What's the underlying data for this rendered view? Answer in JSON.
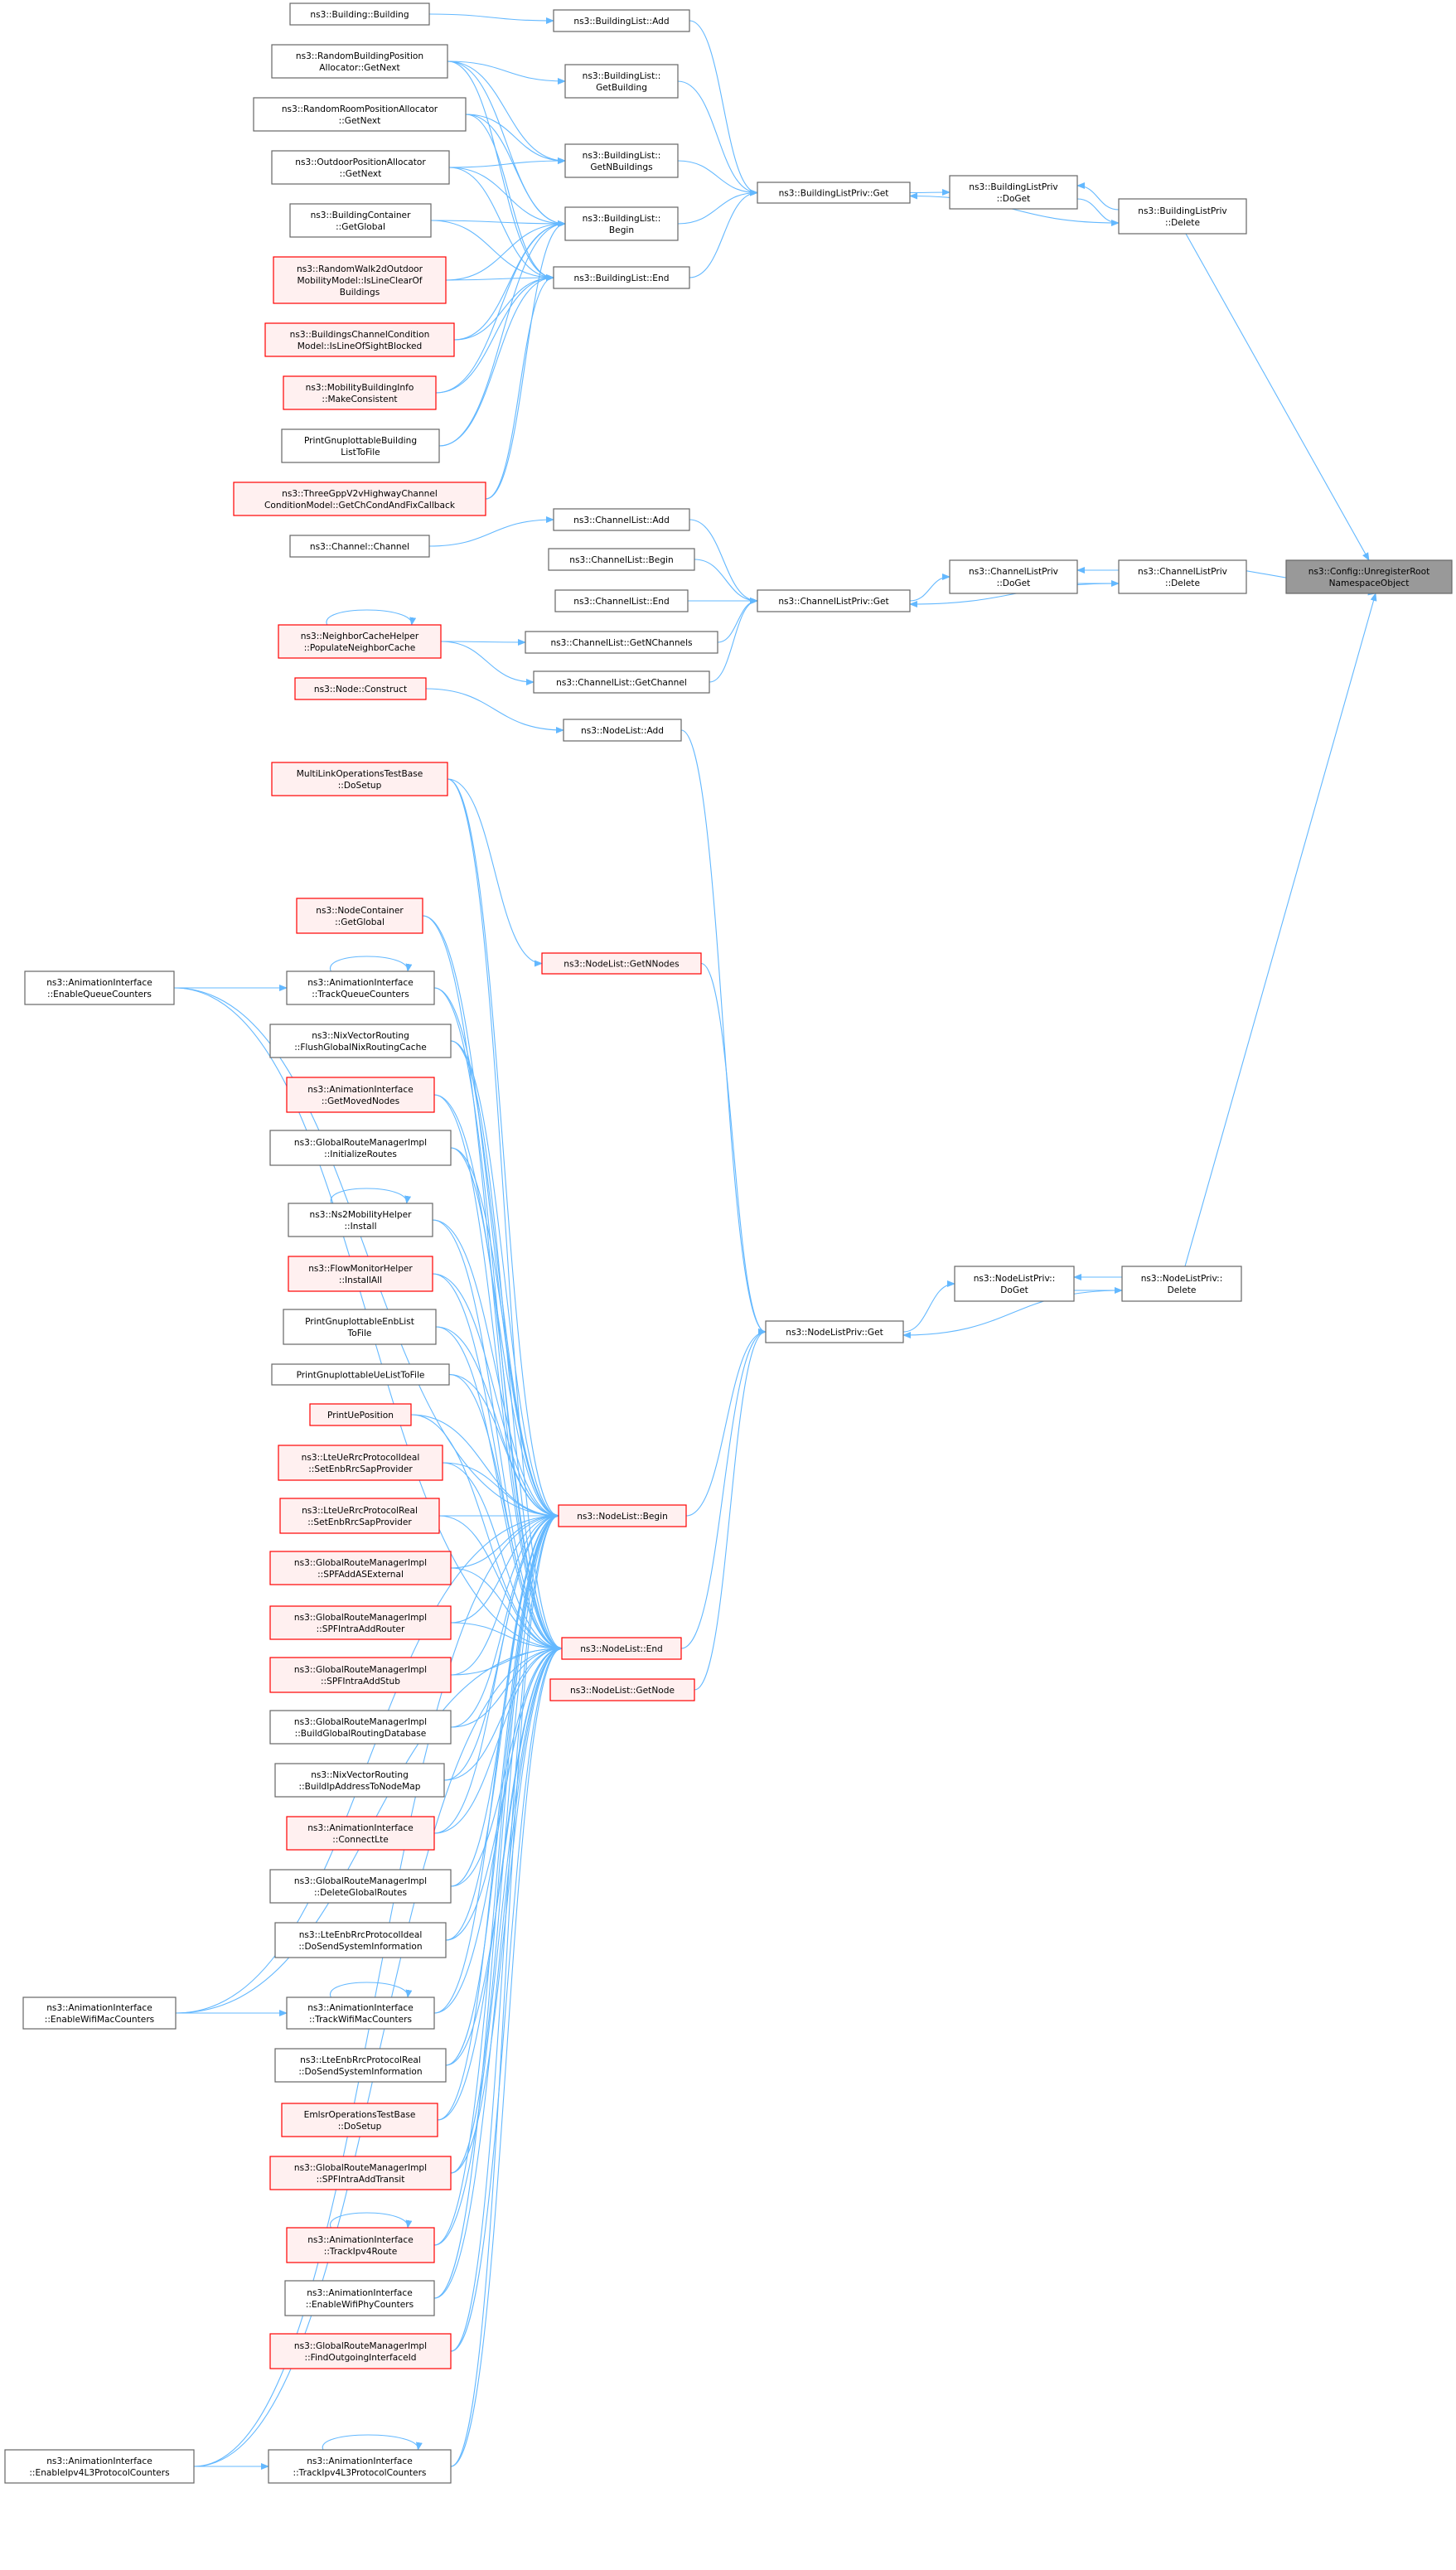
{
  "title": "Caller graph of ns3::Config::UnregisterRootNamespaceObject",
  "colors": {
    "edge": "#63b8ff",
    "node_border": "#666666",
    "node_fill": "#ffffff",
    "red_border": "#ff0000",
    "red_fill": "#fff0f0",
    "focus_fill": "#999999"
  },
  "nodes": [
    {
      "lines": [
        "ns3::Building::Building"
      ],
      "style": "normal"
    },
    {
      "lines": [
        "ns3::BuildingList::Add"
      ],
      "style": "normal"
    },
    {
      "lines": [
        "ns3::RandomBuildingPosition",
        "Allocator::GetNext"
      ],
      "style": "normal"
    },
    {
      "lines": [
        "ns3::BuildingList::",
        "GetBuilding"
      ],
      "style": "normal"
    },
    {
      "lines": [
        "ns3::RandomRoomPositionAllocator",
        "::GetNext"
      ],
      "style": "normal"
    },
    {
      "lines": [
        "ns3::BuildingList::",
        "GetNBuildings"
      ],
      "style": "normal"
    },
    {
      "lines": [
        "ns3::OutdoorPositionAllocator",
        "::GetNext"
      ],
      "style": "normal"
    },
    {
      "lines": [
        "ns3::BuildingContainer",
        "::GetGlobal"
      ],
      "style": "normal"
    },
    {
      "lines": [
        "ns3::BuildingList::",
        "Begin"
      ],
      "style": "normal"
    },
    {
      "lines": [
        "ns3::RandomWalk2dOutdoor",
        "MobilityModel::IsLineClearOf",
        "Buildings"
      ],
      "style": "red"
    },
    {
      "lines": [
        "ns3::BuildingList::End"
      ],
      "style": "normal"
    },
    {
      "lines": [
        "ns3::BuildingsChannelCondition",
        "Model::IsLineOfSightBlocked"
      ],
      "style": "red"
    },
    {
      "lines": [
        "ns3::MobilityBuildingInfo",
        "::MakeConsistent"
      ],
      "style": "red"
    },
    {
      "lines": [
        "PrintGnuplottableBuilding",
        "ListToFile"
      ],
      "style": "normal"
    },
    {
      "lines": [
        "ns3::ThreeGppV2vHighwayChannel",
        "ConditionModel::GetChCondAndFixCallback"
      ],
      "style": "red"
    },
    {
      "lines": [
        "ns3::BuildingListPriv::Get"
      ],
      "style": "normal"
    },
    {
      "lines": [
        "ns3::BuildingListPriv",
        "::DoGet"
      ],
      "style": "normal"
    },
    {
      "lines": [
        "ns3::BuildingListPriv",
        "::Delete"
      ],
      "style": "normal"
    },
    {
      "lines": [
        "ns3::Config::UnregisterRoot",
        "NamespaceObject"
      ],
      "style": "focus"
    },
    {
      "lines": [
        "ns3::ChannelList::Add"
      ],
      "style": "normal"
    },
    {
      "lines": [
        "ns3::Channel::Channel"
      ],
      "style": "normal"
    },
    {
      "lines": [
        "ns3::ChannelList::Begin"
      ],
      "style": "normal"
    },
    {
      "lines": [
        "ns3::ChannelList::End"
      ],
      "style": "normal"
    },
    {
      "lines": [
        "ns3::NeighborCacheHelper",
        "::PopulateNeighborCache"
      ],
      "style": "red"
    },
    {
      "lines": [
        "ns3::ChannelList::GetNChannels"
      ],
      "style": "normal"
    },
    {
      "lines": [
        "ns3::ChannelList::GetChannel"
      ],
      "style": "normal"
    },
    {
      "lines": [
        "ns3::ChannelListPriv::Get"
      ],
      "style": "normal"
    },
    {
      "lines": [
        "ns3::ChannelListPriv",
        "::DoGet"
      ],
      "style": "normal"
    },
    {
      "lines": [
        "ns3::ChannelListPriv",
        "::Delete"
      ],
      "style": "normal"
    },
    {
      "lines": [
        "ns3::Node::Construct"
      ],
      "style": "red"
    },
    {
      "lines": [
        "ns3::NodeList::Add"
      ],
      "style": "normal"
    },
    {
      "lines": [
        "MultiLinkOperationsTestBase",
        "::DoSetup"
      ],
      "style": "red"
    },
    {
      "lines": [
        "ns3::NodeContainer",
        "::GetGlobal"
      ],
      "style": "red"
    },
    {
      "lines": [
        "ns3::NodeList::GetNNodes"
      ],
      "style": "red"
    },
    {
      "lines": [
        "ns3::AnimationInterface",
        "::EnableQueueCounters"
      ],
      "style": "normal"
    },
    {
      "lines": [
        "ns3::AnimationInterface",
        "::TrackQueueCounters"
      ],
      "style": "normal"
    },
    {
      "lines": [
        "ns3::NixVectorRouting",
        "::FlushGlobalNixRoutingCache"
      ],
      "style": "normal"
    },
    {
      "lines": [
        "ns3::AnimationInterface",
        "::GetMovedNodes"
      ],
      "style": "red"
    },
    {
      "lines": [
        "ns3::GlobalRouteManagerImpl",
        "::InitializeRoutes"
      ],
      "style": "normal"
    },
    {
      "lines": [
        "ns3::Ns2MobilityHelper",
        "::Install"
      ],
      "style": "normal"
    },
    {
      "lines": [
        "ns3::FlowMonitorHelper",
        "::InstallAll"
      ],
      "style": "red"
    },
    {
      "lines": [
        "PrintGnuplottableEnbList",
        "ToFile"
      ],
      "style": "normal"
    },
    {
      "lines": [
        "PrintGnuplottableUeListToFile"
      ],
      "style": "normal"
    },
    {
      "lines": [
        "PrintUePosition"
      ],
      "style": "red"
    },
    {
      "lines": [
        "ns3::LteUeRrcProtocolIdeal",
        "::SetEnbRrcSapProvider"
      ],
      "style": "red"
    },
    {
      "lines": [
        "ns3::LteUeRrcProtocolReal",
        "::SetEnbRrcSapProvider"
      ],
      "style": "red"
    },
    {
      "lines": [
        "ns3::NodeList::Begin"
      ],
      "style": "red"
    },
    {
      "lines": [
        "ns3::GlobalRouteManagerImpl",
        "::SPFAddASExternal"
      ],
      "style": "red"
    },
    {
      "lines": [
        "ns3::GlobalRouteManagerImpl",
        "::SPFIntraAddRouter"
      ],
      "style": "red"
    },
    {
      "lines": [
        "ns3::GlobalRouteManagerImpl",
        "::SPFIntraAddStub"
      ],
      "style": "red"
    },
    {
      "lines": [
        "ns3::NodeList::End"
      ],
      "style": "red"
    },
    {
      "lines": [
        "ns3::NodeList::GetNode"
      ],
      "style": "red"
    },
    {
      "lines": [
        "ns3::GlobalRouteManagerImpl",
        "::BuildGlobalRoutingDatabase"
      ],
      "style": "normal"
    },
    {
      "lines": [
        "ns3::NixVectorRouting",
        "::BuildIpAddressToNodeMap"
      ],
      "style": "normal"
    },
    {
      "lines": [
        "ns3::AnimationInterface",
        "::ConnectLte"
      ],
      "style": "red"
    },
    {
      "lines": [
        "ns3::GlobalRouteManagerImpl",
        "::DeleteGlobalRoutes"
      ],
      "style": "normal"
    },
    {
      "lines": [
        "ns3::LteEnbRrcProtocolIdeal",
        "::DoSendSystemInformation"
      ],
      "style": "normal"
    },
    {
      "lines": [
        "ns3::AnimationInterface",
        "::EnableWifiMacCounters"
      ],
      "style": "normal"
    },
    {
      "lines": [
        "ns3::AnimationInterface",
        "::TrackWifiMacCounters"
      ],
      "style": "normal"
    },
    {
      "lines": [
        "ns3::LteEnbRrcProtocolReal",
        "::DoSendSystemInformation"
      ],
      "style": "normal"
    },
    {
      "lines": [
        "EmlsrOperationsTestBase",
        "::DoSetup"
      ],
      "style": "red"
    },
    {
      "lines": [
        "ns3::GlobalRouteManagerImpl",
        "::SPFIntraAddTransit"
      ],
      "style": "red"
    },
    {
      "lines": [
        "ns3::AnimationInterface",
        "::TrackIpv4Route"
      ],
      "style": "red"
    },
    {
      "lines": [
        "ns3::AnimationInterface",
        "::EnableWifiPhyCounters"
      ],
      "style": "normal"
    },
    {
      "lines": [
        "ns3::GlobalRouteManagerImpl",
        "::FindOutgoingInterfaceId"
      ],
      "style": "red"
    },
    {
      "lines": [
        "ns3::AnimationInterface",
        "::EnableIpv4L3ProtocolCounters"
      ],
      "style": "normal"
    },
    {
      "lines": [
        "ns3::AnimationInterface",
        "::TrackIpv4L3ProtocolCounters"
      ],
      "style": "normal"
    },
    {
      "lines": [
        "ns3::NodeListPriv::Get"
      ],
      "style": "normal"
    },
    {
      "lines": [
        "ns3::NodeListPriv::",
        "DoGet"
      ],
      "style": "normal"
    },
    {
      "lines": [
        "ns3::NodeListPriv::",
        "Delete"
      ],
      "style": "normal"
    }
  ],
  "self_loops": [
    23,
    35,
    39,
    58,
    62,
    66
  ],
  "edges": [
    [
      0,
      1
    ],
    [
      2,
      3
    ],
    [
      2,
      5
    ],
    [
      2,
      8
    ],
    [
      2,
      10
    ],
    [
      4,
      5
    ],
    [
      4,
      8
    ],
    [
      4,
      10
    ],
    [
      6,
      5
    ],
    [
      6,
      8
    ],
    [
      6,
      10
    ],
    [
      7,
      8
    ],
    [
      7,
      10
    ],
    [
      9,
      8
    ],
    [
      9,
      10
    ],
    [
      11,
      8
    ],
    [
      11,
      10
    ],
    [
      12,
      8
    ],
    [
      12,
      10
    ],
    [
      13,
      8
    ],
    [
      13,
      10
    ],
    [
      14,
      8
    ],
    [
      14,
      10
    ],
    [
      1,
      15
    ],
    [
      3,
      15
    ],
    [
      5,
      15
    ],
    [
      8,
      15
    ],
    [
      10,
      15
    ],
    [
      15,
      16
    ],
    [
      17,
      16
    ],
    [
      16,
      17
    ],
    [
      17,
      15
    ],
    [
      17,
      18
    ],
    [
      20,
      19
    ],
    [
      23,
      24
    ],
    [
      23,
      25
    ],
    [
      19,
      26
    ],
    [
      21,
      26
    ],
    [
      22,
      26
    ],
    [
      24,
      26
    ],
    [
      25,
      26
    ],
    [
      26,
      27
    ],
    [
      28,
      27
    ],
    [
      27,
      28
    ],
    [
      28,
      26
    ],
    [
      28,
      18
    ],
    [
      29,
      30
    ],
    [
      31,
      33
    ],
    [
      31,
      46
    ],
    [
      31,
      50
    ],
    [
      34,
      35
    ],
    [
      34,
      46
    ],
    [
      34,
      50
    ],
    [
      32,
      46
    ],
    [
      32,
      50
    ],
    [
      35,
      46
    ],
    [
      35,
      50
    ],
    [
      36,
      46
    ],
    [
      36,
      50
    ],
    [
      37,
      46
    ],
    [
      37,
      50
    ],
    [
      38,
      46
    ],
    [
      38,
      50
    ],
    [
      39,
      46
    ],
    [
      39,
      50
    ],
    [
      40,
      46
    ],
    [
      40,
      50
    ],
    [
      41,
      46
    ],
    [
      41,
      50
    ],
    [
      42,
      46
    ],
    [
      42,
      50
    ],
    [
      43,
      46
    ],
    [
      43,
      50
    ],
    [
      44,
      46
    ],
    [
      44,
      50
    ],
    [
      45,
      46
    ],
    [
      45,
      50
    ],
    [
      47,
      46
    ],
    [
      47,
      50
    ],
    [
      48,
      46
    ],
    [
      48,
      50
    ],
    [
      49,
      46
    ],
    [
      49,
      50
    ],
    [
      52,
      46
    ],
    [
      52,
      50
    ],
    [
      53,
      46
    ],
    [
      53,
      50
    ],
    [
      54,
      46
    ],
    [
      54,
      50
    ],
    [
      55,
      46
    ],
    [
      55,
      50
    ],
    [
      56,
      46
    ],
    [
      56,
      50
    ],
    [
      57,
      58
    ],
    [
      57,
      46
    ],
    [
      57,
      50
    ],
    [
      58,
      46
    ],
    [
      58,
      50
    ],
    [
      59,
      46
    ],
    [
      59,
      50
    ],
    [
      60,
      46
    ],
    [
      60,
      50
    ],
    [
      61,
      46
    ],
    [
      61,
      50
    ],
    [
      62,
      46
    ],
    [
      62,
      50
    ],
    [
      63,
      46
    ],
    [
      63,
      50
    ],
    [
      64,
      46
    ],
    [
      64,
      50
    ],
    [
      65,
      66
    ],
    [
      65,
      46
    ],
    [
      65,
      50
    ],
    [
      66,
      46
    ],
    [
      66,
      50
    ],
    [
      30,
      67
    ],
    [
      33,
      67
    ],
    [
      46,
      67
    ],
    [
      50,
      67
    ],
    [
      51,
      67
    ],
    [
      67,
      68
    ],
    [
      69,
      68
    ],
    [
      68,
      69
    ],
    [
      69,
      67
    ],
    [
      69,
      18
    ]
  ]
}
